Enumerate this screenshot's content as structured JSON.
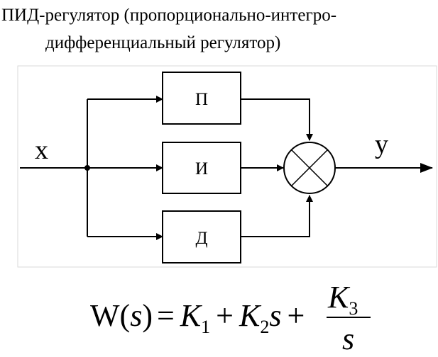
{
  "title": {
    "line1": "ПИД-регулятор (пропорционально-интегро-",
    "line2": "дифференциальный регулятор)"
  },
  "diagram": {
    "input_label": "x",
    "output_label": "y",
    "blocks": [
      {
        "id": "p",
        "label": "П"
      },
      {
        "id": "i",
        "label": "И"
      },
      {
        "id": "d",
        "label": "Д"
      }
    ],
    "summing_junction": "multiply-cross-icon"
  },
  "formula": {
    "lhs_func": "W",
    "lhs_open": "(",
    "lhs_var": "s",
    "lhs_close": ")",
    "eq": "=",
    "k": "K",
    "sub1": "1",
    "plus": "+",
    "sub2": "2",
    "s": "s",
    "sub3": "3"
  },
  "colors": {
    "stroke": "#000000",
    "frame": "#d9d9d9",
    "background": "#ffffff"
  }
}
